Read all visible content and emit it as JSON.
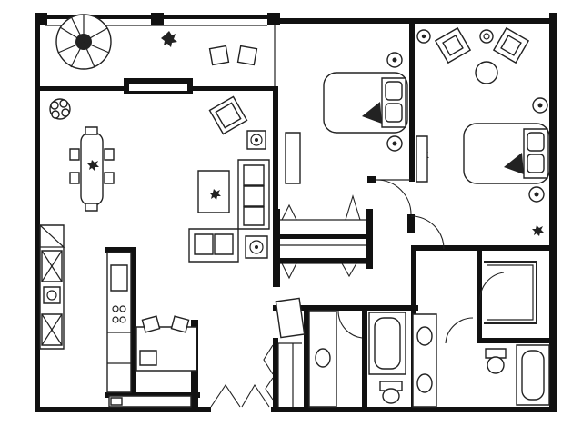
{
  "floor_plan": {
    "background": "#ffffff",
    "ink": "#111111",
    "rooms": [
      {
        "id": "balcony"
      },
      {
        "id": "living-dining"
      },
      {
        "id": "kitchen"
      },
      {
        "id": "bedroom-1"
      },
      {
        "id": "bedroom-2"
      },
      {
        "id": "hallway"
      },
      {
        "id": "bathroom-1"
      },
      {
        "id": "bathroom-2"
      },
      {
        "id": "walk-in-closet"
      },
      {
        "id": "entry"
      }
    ],
    "icons": [
      "spiral-staircase-icon",
      "plant-icon",
      "armchair-icon",
      "bed-icon",
      "sofa-icon",
      "table-icon",
      "bathtub-icon",
      "toilet-icon",
      "sink-icon",
      "lamp-icon",
      "door-swing-icon"
    ]
  }
}
